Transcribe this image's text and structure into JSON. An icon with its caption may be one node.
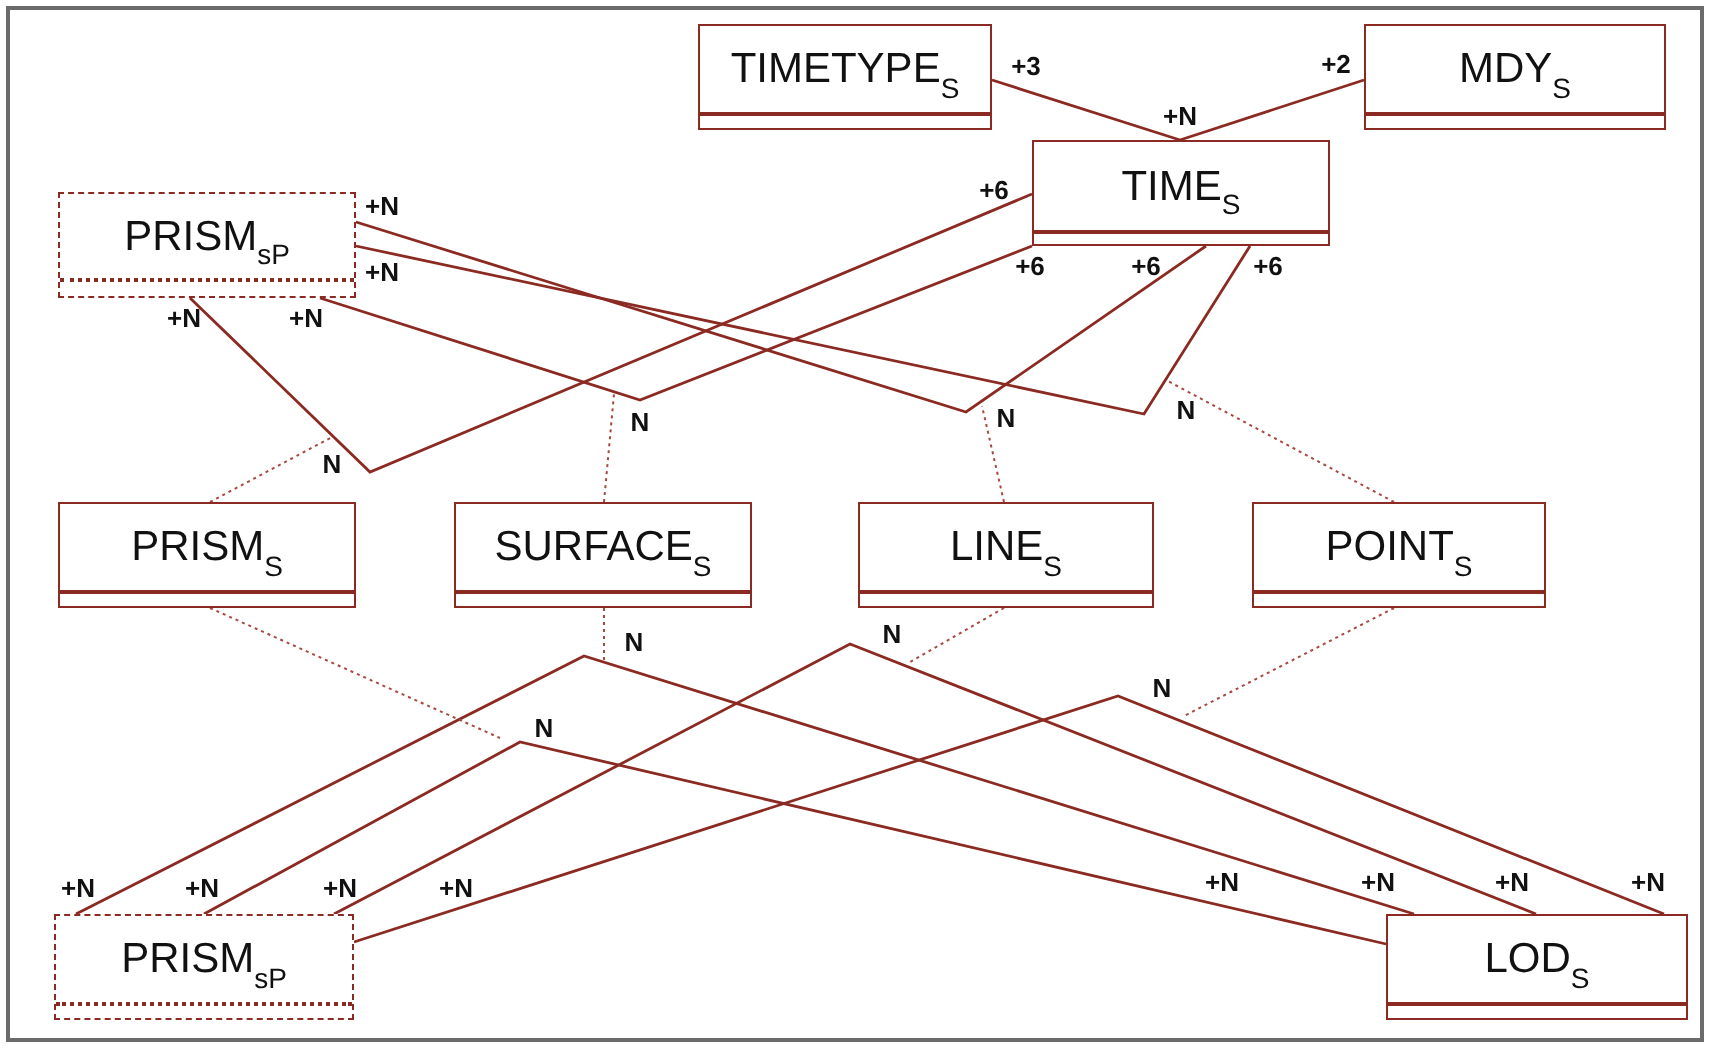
{
  "diagram": {
    "nodes": [
      {
        "text": [
          "TIMETYPE$_{S}$"
        ]
      },
      {
        "text": [
          "MDY$_{S}$"
        ]
      },
      {
        "text": [
          "TIME$_{S}$"
        ]
      },
      {
        "text": [
          "PRISM$_{sP}$"
        ]
      },
      {
        "text": [
          "PRISM$_{S}$"
        ]
      },
      {
        "text": [
          "SURFACE$_{S}$"
        ]
      },
      {
        "text": [
          "LINE$_{S}$"
        ]
      },
      {
        "text": [
          "POINT$_{S}$"
        ]
      },
      {
        "text": [
          "PRISM$_{sP}$"
        ]
      },
      {
        "text": [
          "LOD$_{S}$"
        ]
      }
    ],
    "edges": [
      {
        "from": 0,
        "to": 2,
        "arrow": "none"
      },
      {
        "from": 1,
        "to": 2,
        "arrow": "none"
      },
      {
        "from": 3,
        "to": 2,
        "arrow": "none"
      },
      {
        "from": 3,
        "to": 2,
        "arrow": "none"
      },
      {
        "from": 3,
        "to": 2,
        "arrow": "none"
      },
      {
        "from": 3,
        "to": 2,
        "arrow": "none"
      },
      {
        "from": 4,
        "to": null,
        "arrow": "none",
        "style": "dashed"
      },
      {
        "from": 5,
        "to": null,
        "arrow": "none",
        "style": "dashed"
      },
      {
        "from": 6,
        "to": null,
        "arrow": "none",
        "style": "dashed"
      },
      {
        "from": 7,
        "to": null,
        "arrow": "none",
        "style": "dashed"
      },
      {
        "from": 8,
        "to": 9,
        "arrow": "none"
      },
      {
        "from": 8,
        "to": 9,
        "arrow": "none"
      },
      {
        "from": 8,
        "to": 9,
        "arrow": "none"
      },
      {
        "from": 8,
        "to": 9,
        "arrow": "none"
      },
      {
        "from": 4,
        "to": null,
        "arrow": "none",
        "style": "dashed"
      },
      {
        "from": 5,
        "to": null,
        "arrow": "none",
        "style": "dashed"
      },
      {
        "from": 6,
        "to": null,
        "arrow": "none",
        "style": "dashed"
      },
      {
        "from": 7,
        "to": null,
        "arrow": "none",
        "style": "dashed"
      }
    ],
    "labels": [
      "+3",
      "+2",
      "+N",
      "+N",
      "+6",
      "+N",
      "+N",
      "+6",
      "+6",
      "+6",
      "+N",
      "N",
      "N",
      "N",
      "N",
      "N",
      "N",
      "N",
      "N",
      "+N",
      "+N",
      "+N",
      "+N",
      "+N",
      "+N",
      "+N",
      "+N"
    ]
  }
}
